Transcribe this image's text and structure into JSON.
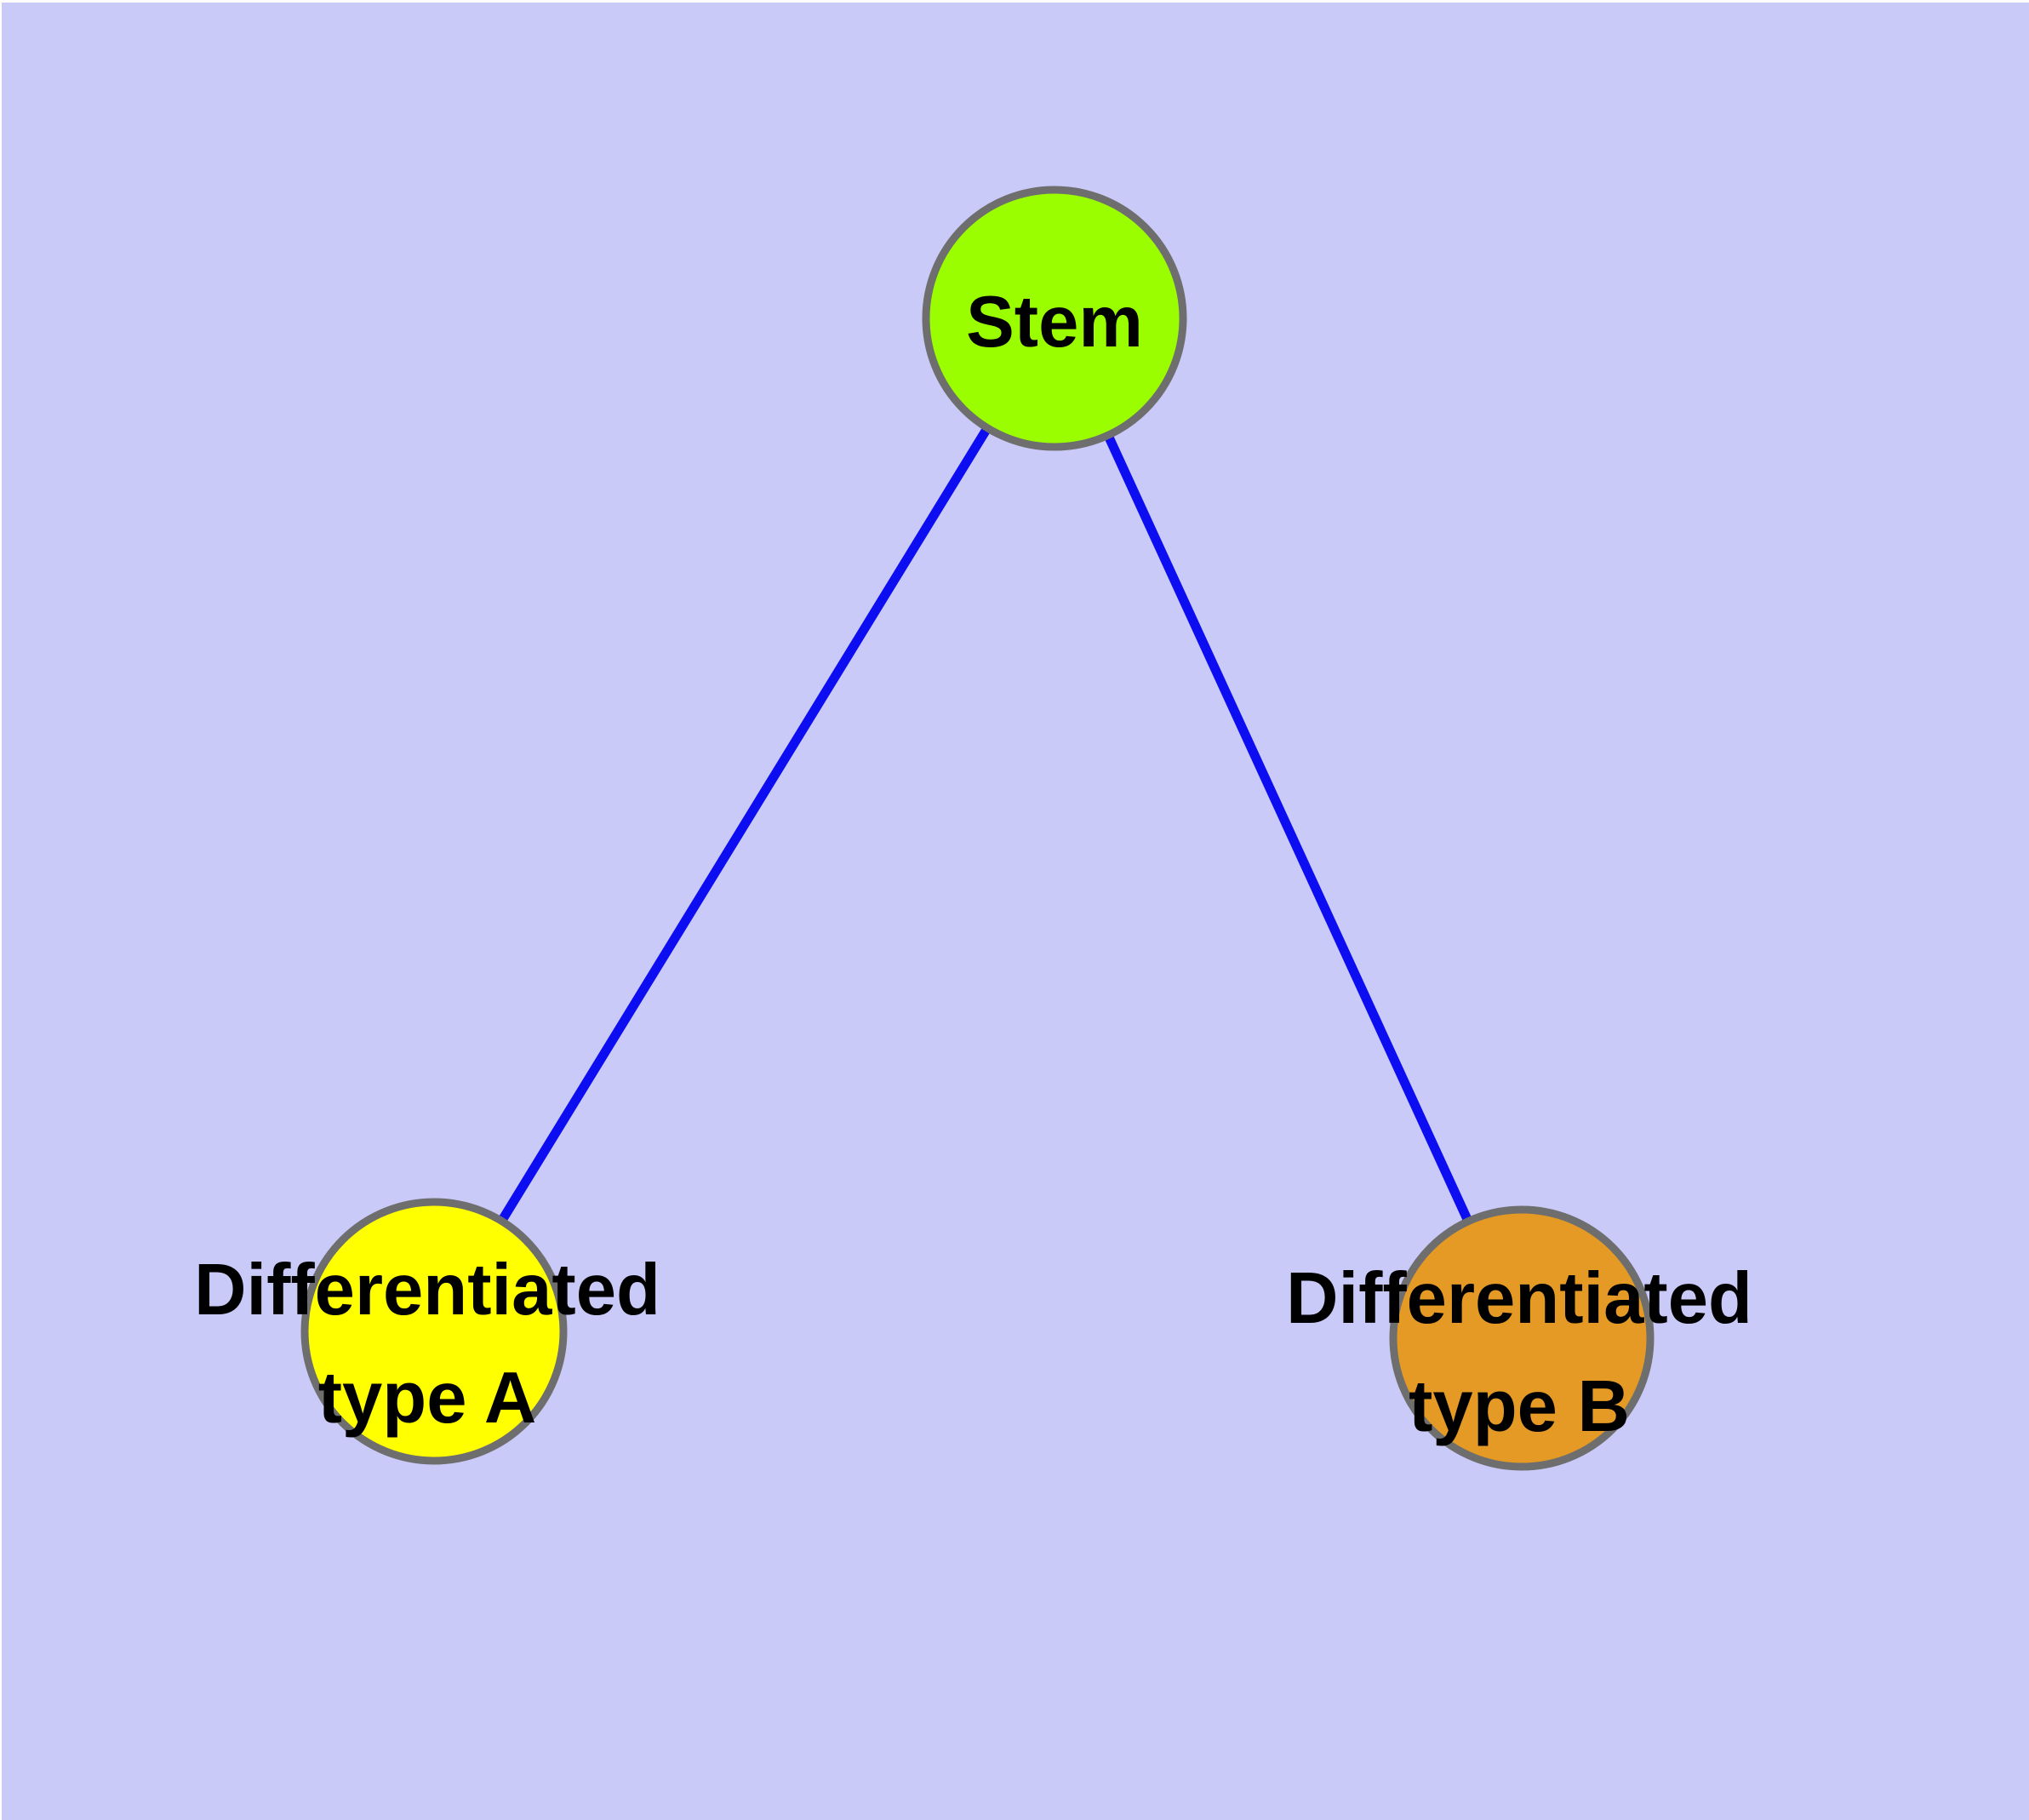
{
  "diagram": {
    "title": "",
    "background_color": "#cacaf8",
    "top_margin_color": "#ffffff",
    "edge_color": "#0d0df2",
    "node_border_color": "#6e6e6e",
    "label_color": "#000000",
    "nodes": [
      {
        "id": "stem",
        "label": "Stem",
        "fill": "#9bfe00"
      },
      {
        "id": "type-a",
        "label": "Differentiated\ntype A",
        "fill": "#ffff00"
      },
      {
        "id": "type-b",
        "label": "Differentiated\ntype B",
        "fill": "#e49a24"
      }
    ],
    "edges": [
      {
        "from": "stem",
        "to": "type-a"
      },
      {
        "from": "stem",
        "to": "type-b"
      }
    ]
  }
}
